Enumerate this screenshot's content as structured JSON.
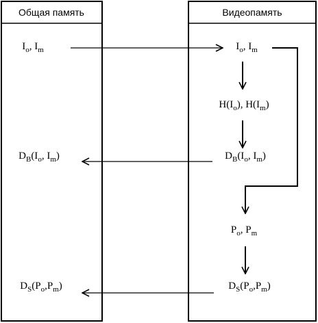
{
  "columns": {
    "left_header": "Общая память",
    "right_header": "Видеопамять"
  },
  "nodes": {
    "shared_input": {
      "base": [
        "I",
        ", I"
      ],
      "subs": [
        "o",
        "m"
      ]
    },
    "video_input": {
      "base": [
        "I",
        ", I"
      ],
      "subs": [
        "o",
        "m"
      ]
    },
    "histograms": {
      "base": [
        "H(I",
        "), H(I",
        ")"
      ],
      "subs": [
        "o",
        "m"
      ]
    },
    "db_video": {
      "base": [
        "D",
        "(I",
        ", I",
        ")"
      ],
      "subs": [
        "B",
        "o",
        "m"
      ]
    },
    "db_shared": {
      "base": [
        "D",
        "(I",
        ", I",
        ")"
      ],
      "subs": [
        "B",
        "o",
        "m"
      ]
    },
    "profiles": {
      "base": [
        "P",
        ", P"
      ],
      "subs": [
        "o",
        "m"
      ]
    },
    "ds_video": {
      "base": [
        "D",
        "(P",
        ",P",
        ")"
      ],
      "subs": [
        "S",
        "o",
        "m"
      ]
    },
    "ds_shared": {
      "base": [
        "D",
        "(P",
        ",P",
        ")"
      ],
      "subs": [
        "S",
        "o",
        "m"
      ]
    }
  }
}
